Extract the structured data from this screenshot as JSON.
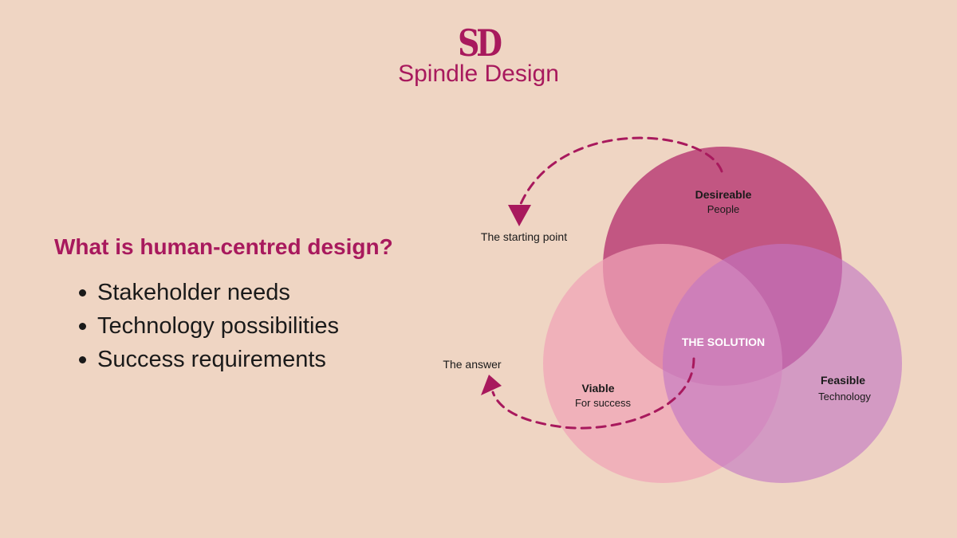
{
  "logo": {
    "mark": "SD",
    "name": "Spindle Design"
  },
  "heading": "What is human-centred design?",
  "bullets": [
    "Stakeholder needs",
    "Technology possibilities",
    "Success requirements"
  ],
  "diagram": {
    "circles": [
      {
        "title": "Desireable",
        "subtitle": "People",
        "color": "#BA3F77"
      },
      {
        "title": "Viable",
        "subtitle": "For success",
        "color": "#F0A4B7"
      },
      {
        "title": "Feasible",
        "subtitle": "Technology",
        "color": "#C176C3"
      }
    ],
    "center_label": "THE SOLUTION",
    "start_label": "The starting point",
    "end_label": "The answer",
    "arrow_color": "#A8195D"
  }
}
